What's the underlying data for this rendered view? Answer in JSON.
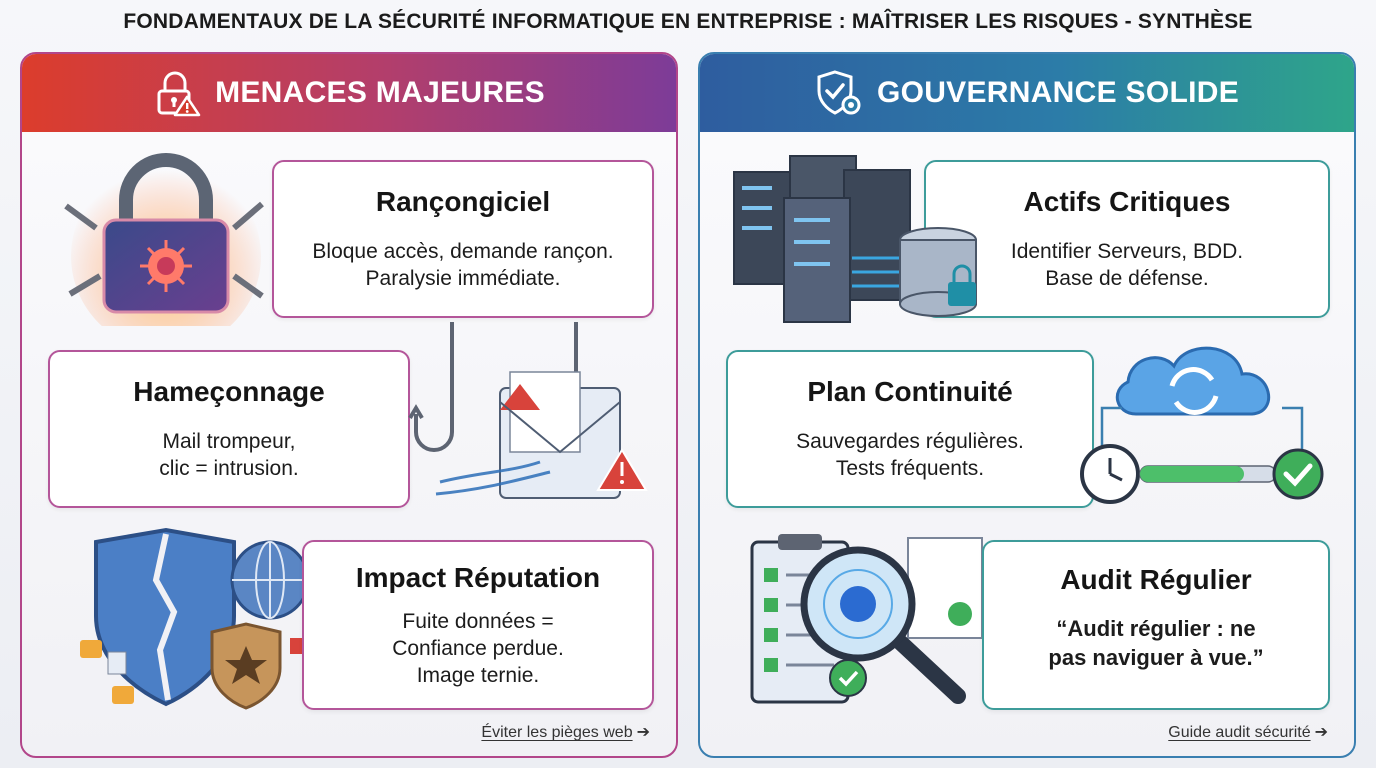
{
  "title": "FONDAMENTAUX DE LA SÉCURITÉ INFORMATIQUE EN ENTREPRISE : MAÎTRISER LES RISQUES - SYNTHÈSE",
  "left_panel": {
    "header": "MENACES MAJEURES",
    "header_icon": "padlock-warning-icon",
    "accent": "#dc3d2c",
    "cards": [
      {
        "title": "Rançongiciel",
        "lines": [
          "Bloque accès, demande rançon.",
          "Paralysie immédiate."
        ],
        "icon": "locked-padlock-virus-icon"
      },
      {
        "title": "Hameçonnage",
        "lines": [
          "Mail trompeur,",
          "clic = intrusion."
        ],
        "icon": "phishing-hook-email-icon"
      },
      {
        "title": "Impact Réputation",
        "lines": [
          "Fuite données =",
          "Confiance perdue.",
          "Image ternie."
        ],
        "icon": "broken-shield-icon"
      }
    ],
    "footer_link": "Éviter les pièges web",
    "footer_arrow": "➔"
  },
  "right_panel": {
    "header": "GOUVERNANCE SOLIDE",
    "header_icon": "shield-gear-icon",
    "accent": "#2c7ca8",
    "cards": [
      {
        "title": "Actifs Critiques",
        "lines": [
          "Identifier Serveurs, BDD.",
          "Base de défense."
        ],
        "icon": "server-database-icon"
      },
      {
        "title": "Plan Continuité",
        "lines": [
          "Sauvegardes régulières.",
          "Tests fréquents."
        ],
        "icon": "cloud-backup-icon"
      },
      {
        "title": "Audit Régulier",
        "lines": [
          "“Audit régulier : ne",
          "pas naviguer à vue.”"
        ],
        "icon": "audit-magnifier-icon"
      }
    ],
    "footer_link": "Guide audit sécurité",
    "footer_arrow": "➔"
  }
}
